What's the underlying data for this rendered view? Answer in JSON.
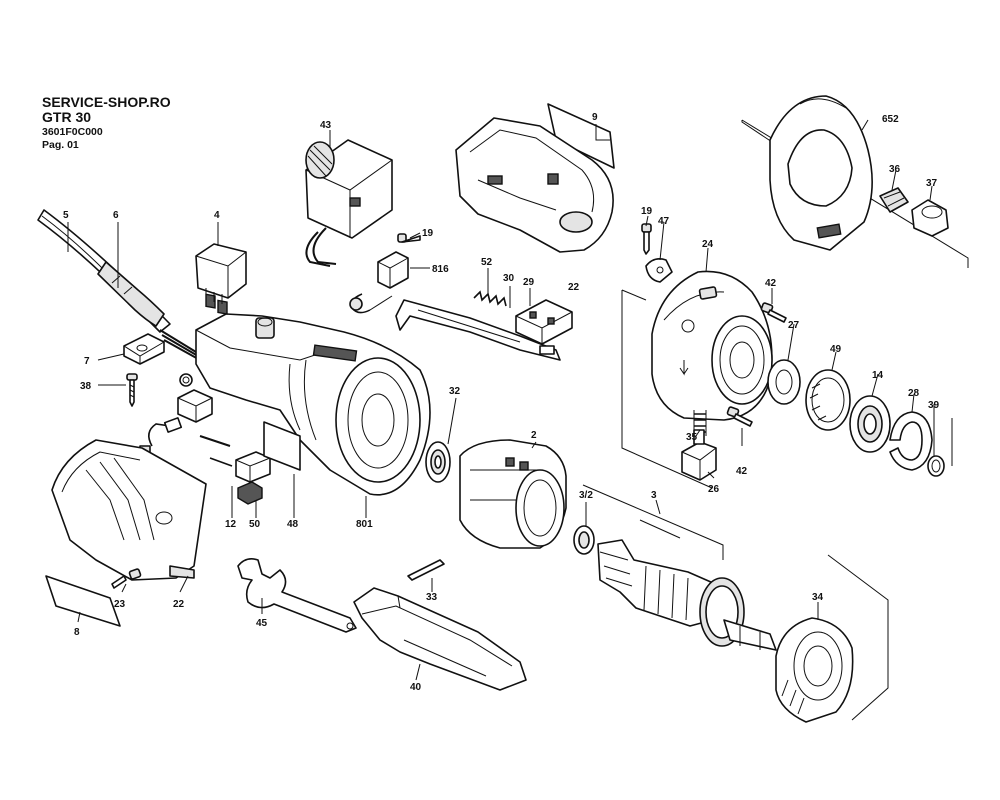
{
  "header": {
    "shop": "SERVICE-SHOP.RO",
    "model": "GTR 30",
    "code": "3601F0C000",
    "page": "Pag. 01"
  },
  "labels": {
    "p2": "2",
    "p3": "3",
    "p3_2": "3/2",
    "p4": "4",
    "p5": "5",
    "p6": "6",
    "p7": "7",
    "p8": "8",
    "p9": "9",
    "p12": "12",
    "p14": "14",
    "p19a": "19",
    "p19b": "19",
    "p22a": "22",
    "p22b": "22",
    "p23": "23",
    "p24": "24",
    "p26": "26",
    "p27": "27",
    "p28": "28",
    "p29": "29",
    "p30": "30",
    "p32": "32",
    "p33": "33",
    "p34": "34",
    "p35": "35",
    "p36": "36",
    "p37": "37",
    "p38": "38",
    "p39": "39",
    "p40": "40",
    "p42a": "42",
    "p42b": "42",
    "p43": "43",
    "p45": "45",
    "p47": "47",
    "p48": "48",
    "p49": "49",
    "p50": "50",
    "p52": "52",
    "p652": "652",
    "p801": "801",
    "p816": "816"
  },
  "icons": {
    "screw": "screw-icon",
    "spring": "spring-icon",
    "bearing": "bearing-icon",
    "ring": "ring-icon"
  }
}
